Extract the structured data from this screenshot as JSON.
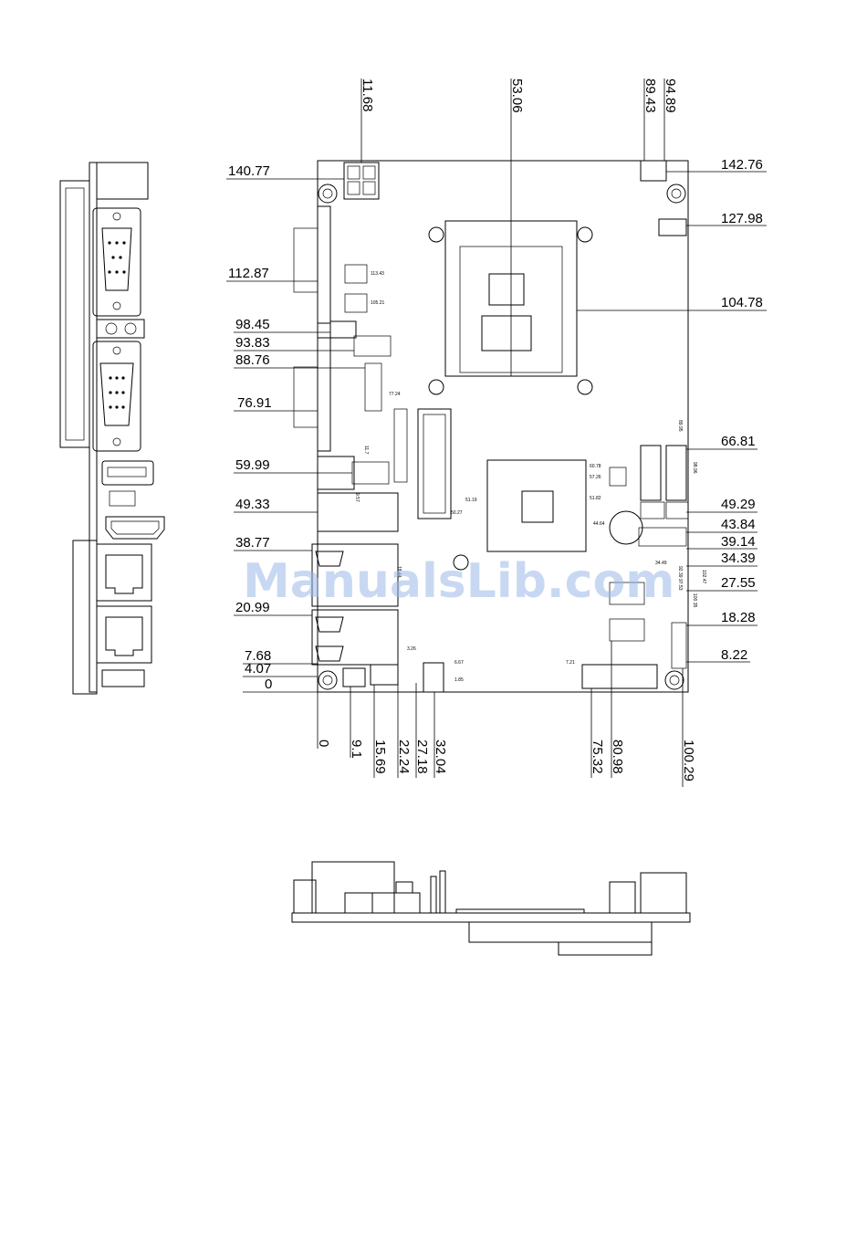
{
  "watermark": "ManualsLib.com",
  "left_dims": [
    "140.77",
    "112.87",
    "98.45",
    "93.83",
    "88.76",
    "76.91",
    "59.99",
    "49.33",
    "38.77",
    "20.99",
    "7.68",
    "4.07",
    "0"
  ],
  "right_dims": [
    "142.76",
    "127.98",
    "104.78",
    "66.81",
    "49.29",
    "43.84",
    "39.14",
    "34.39",
    "27.55",
    "18.28",
    "8.22"
  ],
  "top_dims": [
    "11.68",
    "53.06",
    "89.43",
    "94.89"
  ],
  "bottom_dims": [
    "0",
    "9.1",
    "15.69",
    "22.24",
    "27.18",
    "32.04",
    "75.32",
    "80.98",
    "100.29"
  ],
  "small_labels": [
    "113.43",
    "105.21",
    "77.24",
    "60.78",
    "57.26",
    "51.82",
    "51.19",
    "50.27",
    "44.64",
    "34.49",
    "7.21",
    "6.67",
    "1.85",
    "3.26",
    "18.44",
    "11.7",
    "9.57",
    "92.39",
    "98.96",
    "102.47",
    "100.35",
    "97.53",
    "89.95"
  ]
}
